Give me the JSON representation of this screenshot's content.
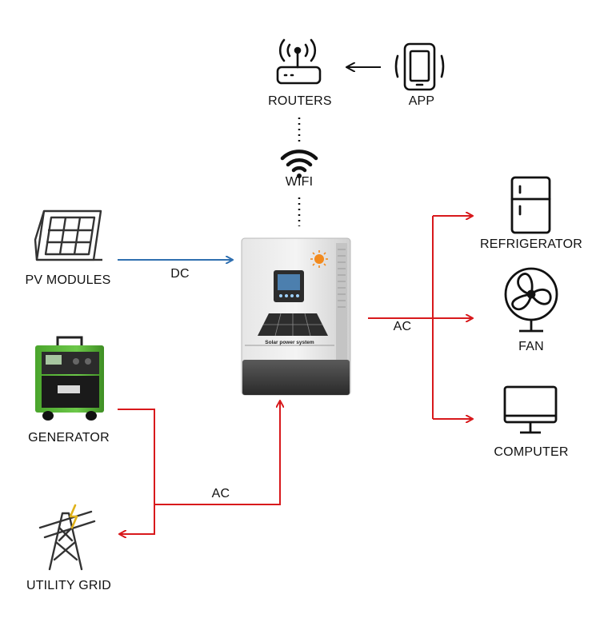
{
  "nodes": {
    "routers": "ROUTERS",
    "app": "APP",
    "wifi": "WIFI",
    "pv_modules": "PV MODULES",
    "generator": "GENERATOR",
    "utility_grid": "UTILITY GRID",
    "refrigerator": "REFRIGERATOR",
    "fan": "FAN",
    "computer": "COMPUTER"
  },
  "edges": {
    "dc": "DC",
    "ac_output": "AC",
    "ac_input": "AC"
  },
  "inverter": {
    "panel_text": "Solar power system"
  },
  "colors": {
    "dc_line": "#2f6fb0",
    "ac_line": "#d8191c",
    "generator_green": "#5cb83a"
  }
}
